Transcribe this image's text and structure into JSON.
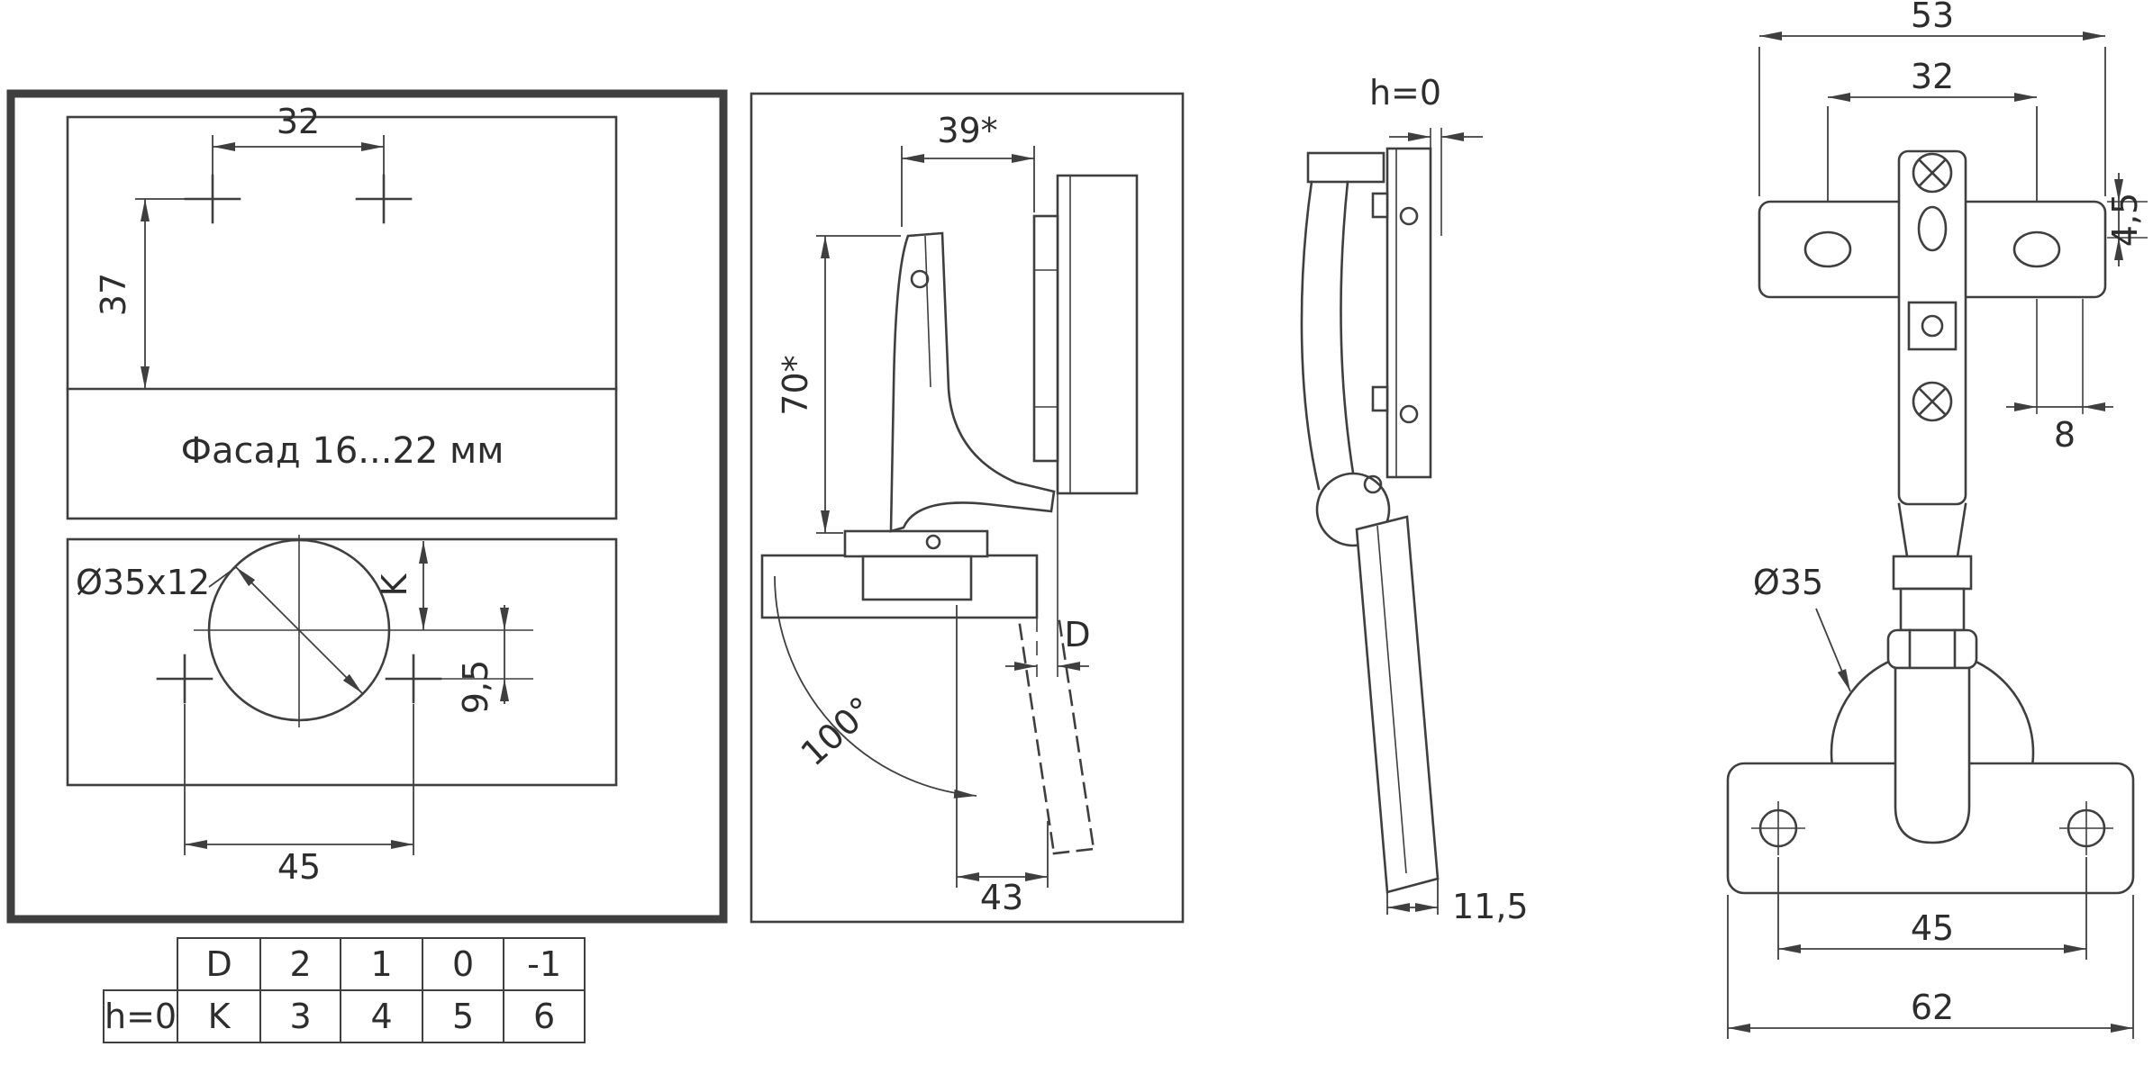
{
  "drilling_panel": {
    "holes_spacing": "32",
    "vertical_offset": "37",
    "facade_label": "Фасад 16...22 мм",
    "cup_hole_label": "Ø35x12",
    "k_label": "K",
    "cup_offset": "9,5",
    "screw_spacing": "45"
  },
  "section_panel": {
    "arm_depth": "39*",
    "height": "70*",
    "opening_angle": "100°",
    "depth": "43",
    "gap_label": "D"
  },
  "profile_panel": {
    "h_label": "h=0",
    "bottom_width": "11,5"
  },
  "front_panel": {
    "plate_width": "53",
    "plate_holes_spacing": "32",
    "slot_height": "4,5",
    "edge_offset": "8",
    "cup_diameter": "Ø35",
    "flange_holes_spacing": "45",
    "flange_width": "62"
  },
  "adjustment_table": {
    "corner_label": "h=0",
    "rows": [
      [
        "D",
        "2",
        "1",
        "0",
        "-1"
      ],
      [
        "K",
        "3",
        "4",
        "5",
        "6"
      ]
    ]
  }
}
